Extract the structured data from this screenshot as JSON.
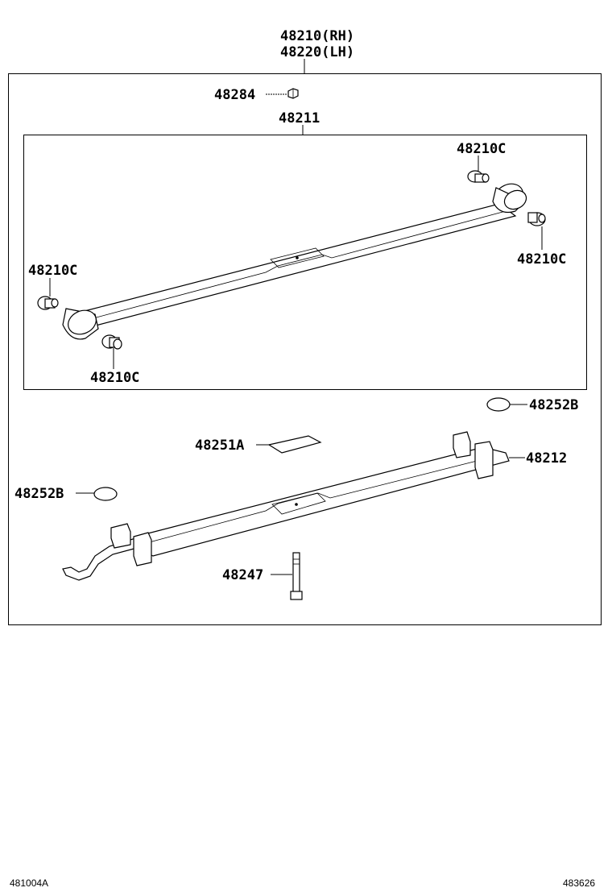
{
  "header": {
    "assembly_rh": "48210(RH)",
    "assembly_lh": "48220(LH)"
  },
  "parts": {
    "nut": "48284",
    "leaf_assembly": "48211",
    "bushing_top": "48210C",
    "bushing_right": "48210C",
    "bushing_left": "48210C",
    "bushing_bottom": "48210C",
    "silencer_right": "48252B",
    "insert": "48251A",
    "main_leaf": "48212",
    "silencer_left": "48252B",
    "center_bolt": "48247"
  },
  "footer": {
    "illustration_code": "481004A",
    "page_code": "483626"
  }
}
